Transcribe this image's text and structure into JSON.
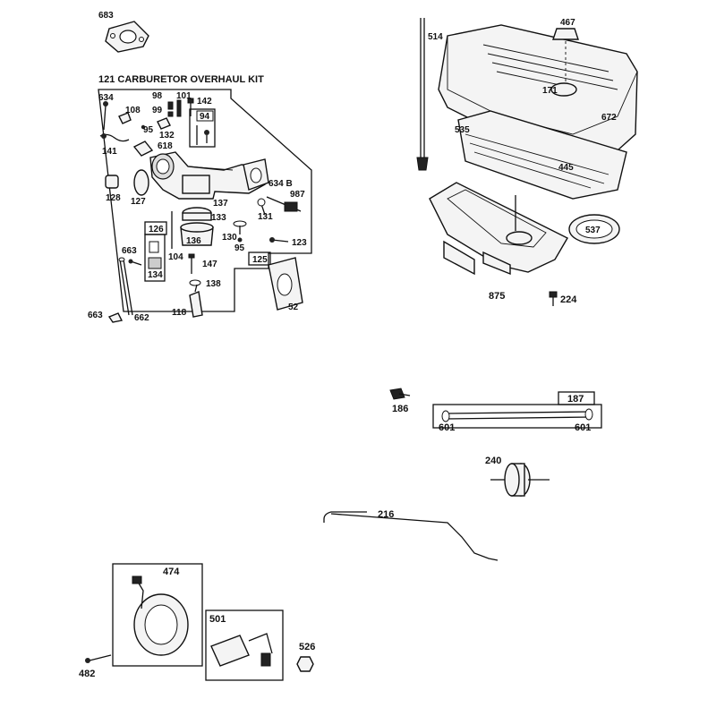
{
  "kit_title": "121 CARBURETOR OVERHAUL KIT",
  "labels": {
    "p683_top": "683",
    "p634": "634",
    "p108": "108",
    "p98": "98",
    "p101": "101",
    "p142": "142",
    "p99": "99",
    "p94": "94",
    "p95a": "95",
    "p132": "132",
    "p618": "618",
    "p141": "141",
    "p128": "128",
    "p127": "127",
    "p634b": "634 B",
    "p987": "987",
    "p137": "137",
    "p131": "131",
    "p133": "133",
    "p126": "126",
    "p136": "136",
    "p130": "130",
    "p95b": "95",
    "p123": "123",
    "p663a": "663",
    "p104": "104",
    "p147": "147",
    "p125": "125",
    "p134": "134",
    "p138": "138",
    "p52": "52",
    "p118": "118",
    "p663b": "663",
    "p662": "662",
    "p514": "514",
    "p467": "467",
    "p171": "171",
    "p672": "672",
    "p535": "535",
    "p445": "445",
    "p537": "537",
    "p875": "875",
    "p224": "224",
    "p187": "187",
    "p186": "186",
    "p601a": "601",
    "p601b": "601",
    "p240": "240",
    "p216": "216",
    "p474": "474",
    "p501": "501",
    "p526": "526",
    "p482": "482"
  }
}
